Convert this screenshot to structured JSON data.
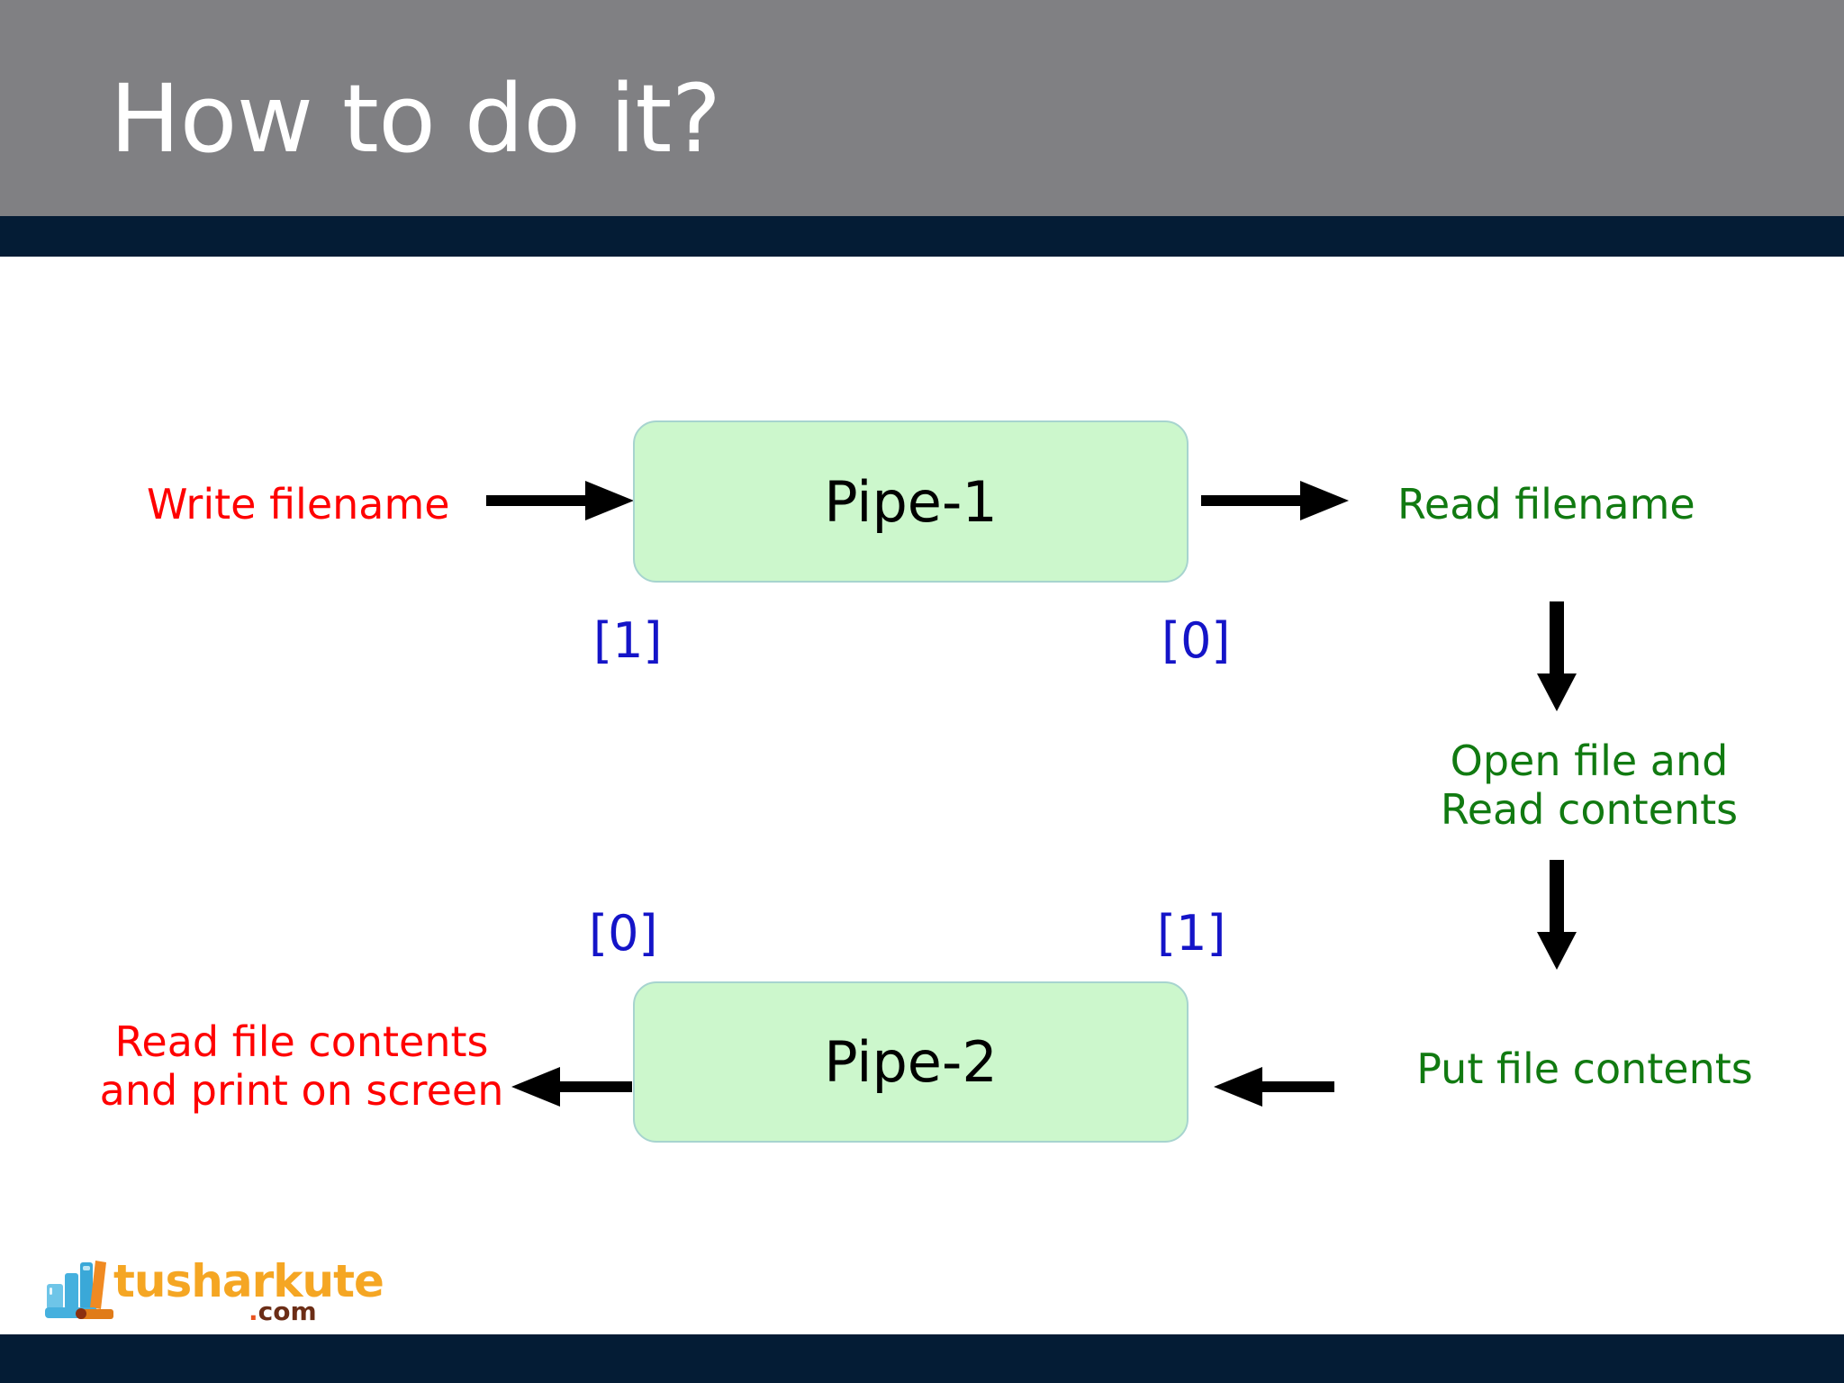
{
  "slide": {
    "title": "How to do it?",
    "background": "#ffffff",
    "header_color": "#808083",
    "accent_color": "#041c35"
  },
  "logo": {
    "name": "tusharkute",
    "suffix": ".com",
    "dot": ".",
    "com": "com",
    "mark_icon": "books-stack-icon",
    "brand_color": "#f5a623",
    "mark_color": "#3aa8d8"
  },
  "diagram": {
    "pipe1": {
      "box_label": "Pipe-1",
      "left_index": "[1]",
      "right_index": "[0]",
      "in_label": "Write filename",
      "out_label": "Read filename"
    },
    "pipe2": {
      "box_label": "Pipe-2",
      "left_index": "[0]",
      "right_index": "[1]",
      "in_label": "Put file contents",
      "out_label": "Read file contents\nand print on screen"
    },
    "right_column": {
      "step_open_read": "Open file and\nRead contents"
    },
    "colors": {
      "box_fill": "#ccf7cc",
      "box_border": "#a7d4cf",
      "red_text": "#ff0000",
      "green_text": "#117a11",
      "index_text": "#1414c8",
      "arrow": "#000000"
    },
    "arrows": [
      {
        "name": "arrow-in-pipe1",
        "direction": "right"
      },
      {
        "name": "arrow-out-pipe1",
        "direction": "right"
      },
      {
        "name": "arrow-down-top",
        "direction": "down"
      },
      {
        "name": "arrow-down-bottom",
        "direction": "down"
      },
      {
        "name": "arrow-in-pipe2",
        "direction": "left"
      },
      {
        "name": "arrow-out-pipe2",
        "direction": "left"
      }
    ]
  }
}
